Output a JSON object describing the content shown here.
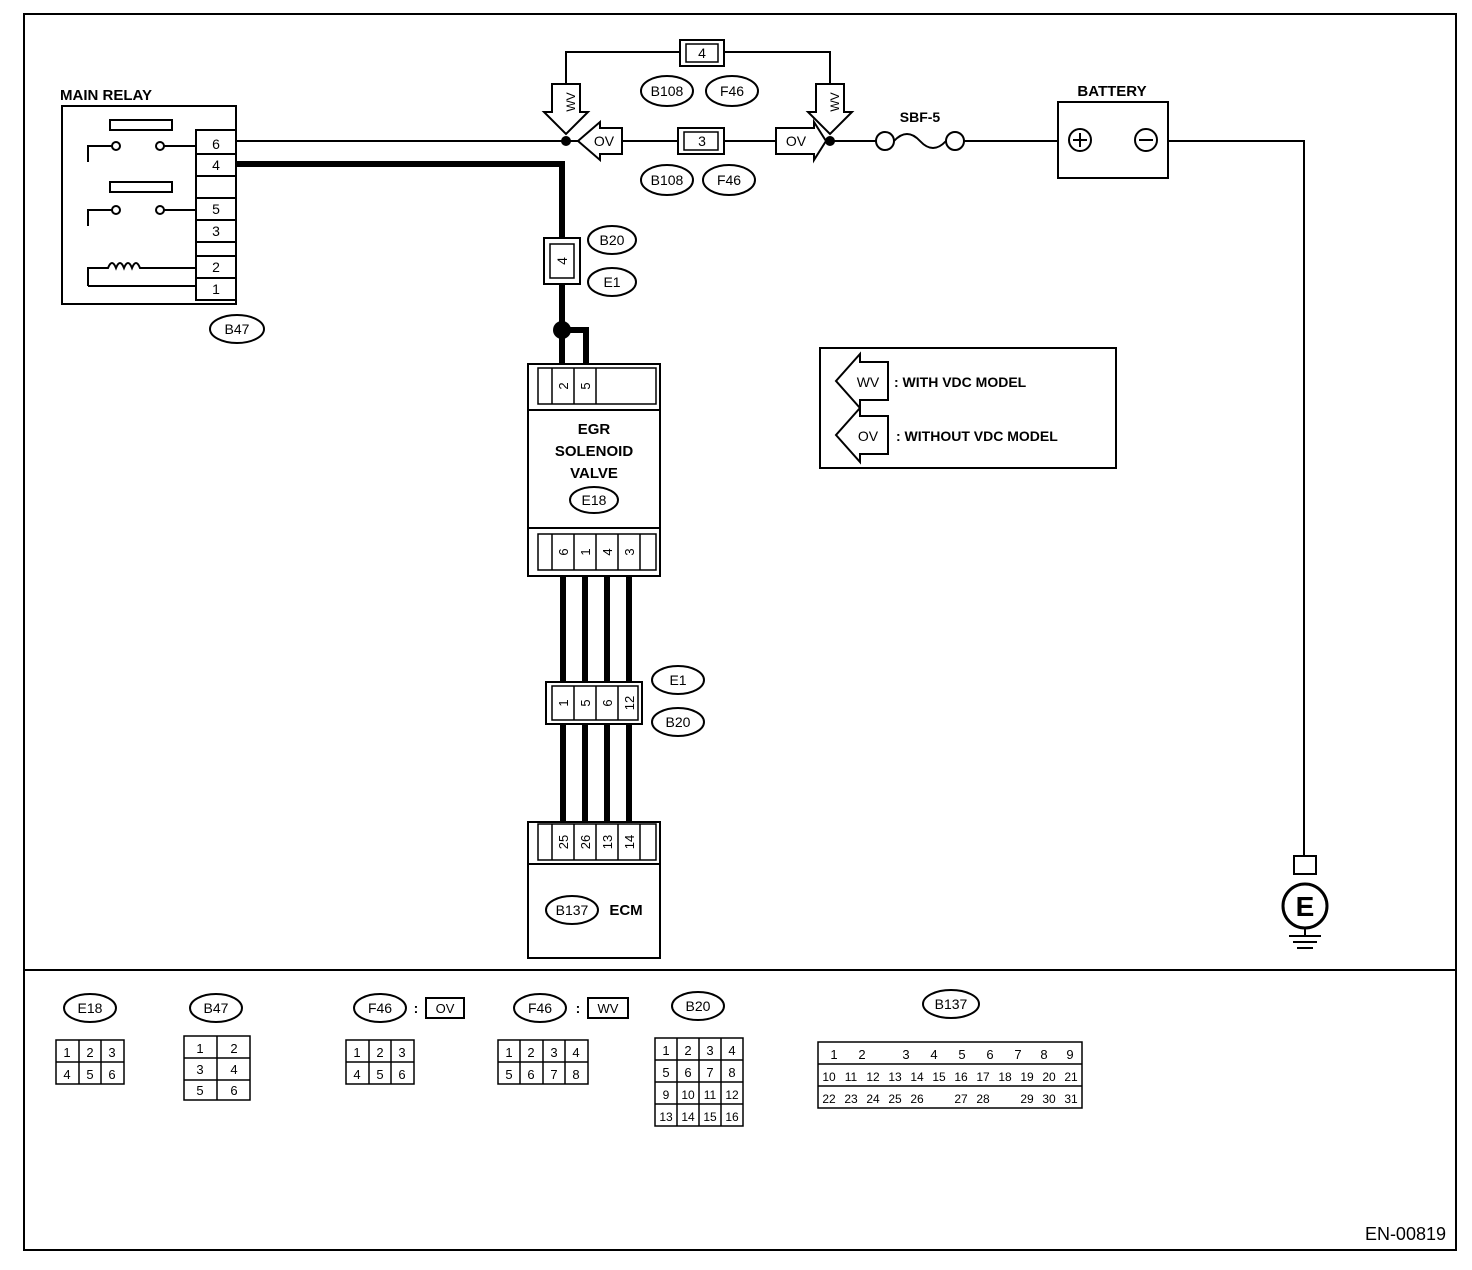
{
  "main_relay": {
    "label": "MAIN RELAY",
    "connector": "B47",
    "pins": [
      "6",
      "4",
      "",
      "5",
      "3",
      "",
      "2",
      "1"
    ]
  },
  "battery": {
    "label": "BATTERY"
  },
  "fuse": {
    "label": "SBF-5"
  },
  "wv_connector": {
    "pin": "4",
    "ids": [
      "B108",
      "F46"
    ]
  },
  "ov_connector": {
    "pin": "3",
    "ids": [
      "B108",
      "F46"
    ]
  },
  "branch_tags": {
    "wv": "WV",
    "ov": "OV"
  },
  "b20_e1_upper": {
    "pin": "4",
    "ids": [
      "B20",
      "E1"
    ]
  },
  "egr": {
    "line1": "EGR",
    "line2": "SOLENOID",
    "line3": "VALVE",
    "connector": "E18",
    "top_pins": [
      "2",
      "5"
    ],
    "bottom_pins": [
      "6",
      "1",
      "4",
      "3"
    ]
  },
  "b20_e1_lower": {
    "pins": [
      "1",
      "5",
      "6",
      "12"
    ],
    "ids": [
      "E1",
      "B20"
    ]
  },
  "ecm": {
    "label": "ECM",
    "connector": "B137",
    "pins": [
      "25",
      "26",
      "13",
      "14"
    ]
  },
  "ground": {
    "label": "E"
  },
  "legend": {
    "wv_tag": "WV",
    "wv_text": ": WITH VDC MODEL",
    "ov_tag": "OV",
    "ov_text": ": WITHOUT VDC MODEL"
  },
  "connector_views": {
    "e18": {
      "id": "E18",
      "rows": [
        [
          "1",
          "2",
          "3"
        ],
        [
          "4",
          "5",
          "6"
        ]
      ]
    },
    "b47": {
      "id": "B47",
      "rows": [
        [
          "1",
          "2"
        ],
        [
          "3",
          "4"
        ],
        [
          "5",
          "6"
        ]
      ]
    },
    "f46_ov": {
      "id": "F46",
      "sep": ":",
      "tag": "OV",
      "rows": [
        [
          "1",
          "2",
          "3"
        ],
        [
          "4",
          "5",
          "6"
        ]
      ]
    },
    "f46_wv": {
      "id": "F46",
      "sep": ":",
      "tag": "WV",
      "rows": [
        [
          "1",
          "2",
          "3",
          "4"
        ],
        [
          "5",
          "6",
          "7",
          "8"
        ]
      ]
    },
    "b20": {
      "id": "B20",
      "rows": [
        [
          "1",
          "2",
          "3",
          "4"
        ],
        [
          "5",
          "6",
          "7",
          "8"
        ],
        [
          "9",
          "10",
          "11",
          "12"
        ],
        [
          "13",
          "14",
          "15",
          "16"
        ]
      ]
    },
    "b137": {
      "id": "B137",
      "rows": [
        [
          "1",
          "2",
          "",
          "3",
          "4",
          "5",
          "6",
          "7",
          "8",
          "9"
        ],
        [
          "10",
          "11",
          "12",
          "13",
          "14",
          "15",
          "16",
          "17",
          "18",
          "19",
          "20",
          "21"
        ],
        [
          "22",
          "23",
          "24",
          "25",
          "26",
          "",
          "27",
          "28",
          "",
          "29",
          "30",
          "31"
        ]
      ]
    }
  },
  "page_code": "EN-00819"
}
